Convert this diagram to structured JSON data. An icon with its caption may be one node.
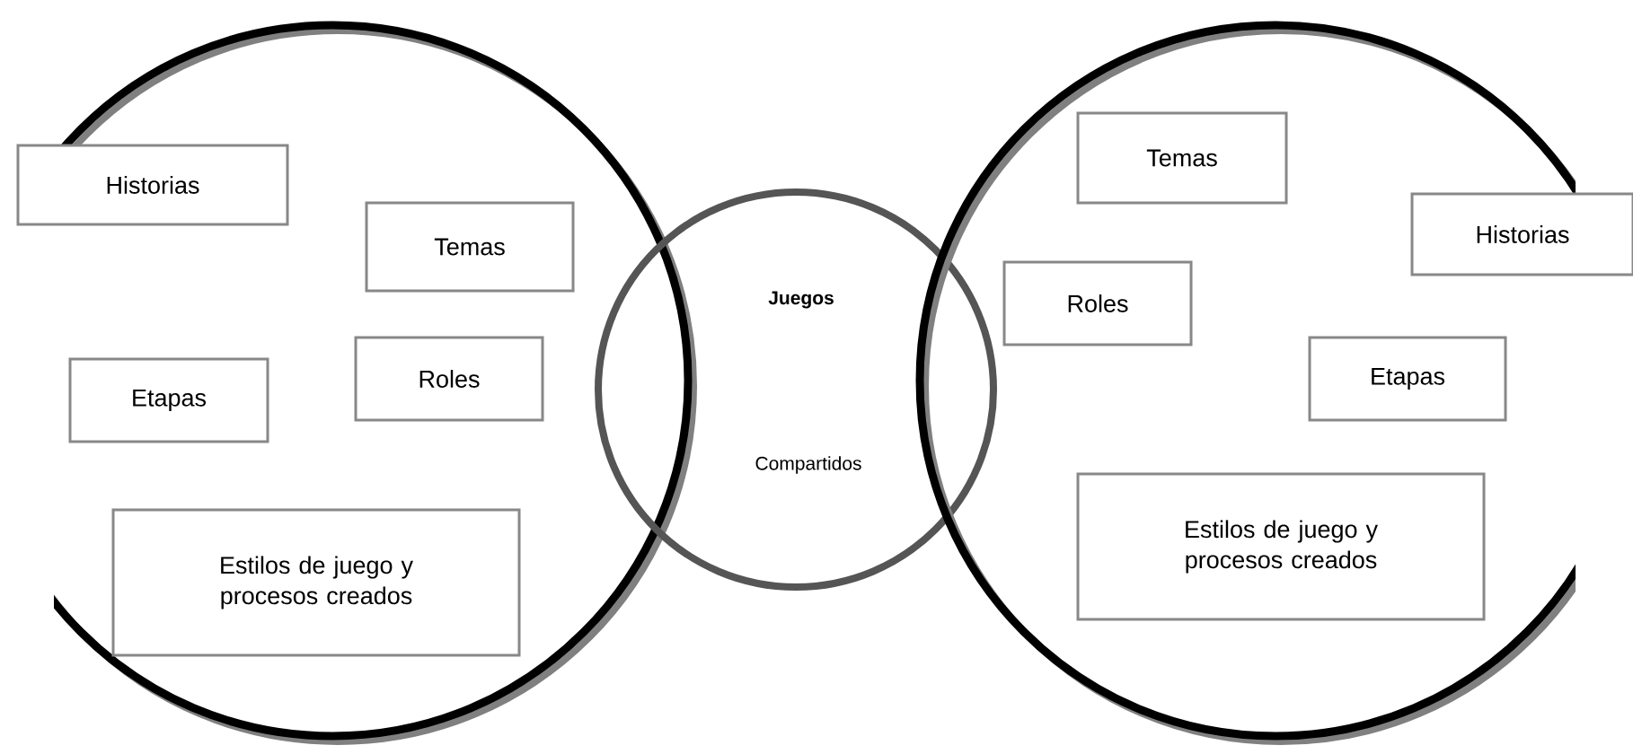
{
  "diagram": {
    "nodes": [
      {
        "text": [],
        "shape": "circle"
      },
      {
        "text": [
          "Historias"
        ],
        "in": 0
      },
      {
        "text": [
          "Temas"
        ],
        "in": 0
      },
      {
        "text": [
          "Etapas"
        ],
        "in": 0
      },
      {
        "text": [
          "Roles"
        ],
        "in": 0
      },
      {
        "text": [
          "Estilos de juego y procesos creados"
        ],
        "in": 0
      },
      {
        "text": [
          "Juegos",
          "Compartidos"
        ]
      },
      {
        "text": [],
        "shape": "circle"
      },
      {
        "text": [
          "Temas"
        ],
        "in": 7
      },
      {
        "text": [
          "Historias"
        ],
        "in": 7
      },
      {
        "text": [
          "Roles"
        ],
        "in": 7
      },
      {
        "text": [
          "Etapas"
        ],
        "in": 7
      },
      {
        "text": [
          "Estilos de juego y procesos creados"
        ],
        "in": 7
      }
    ]
  }
}
